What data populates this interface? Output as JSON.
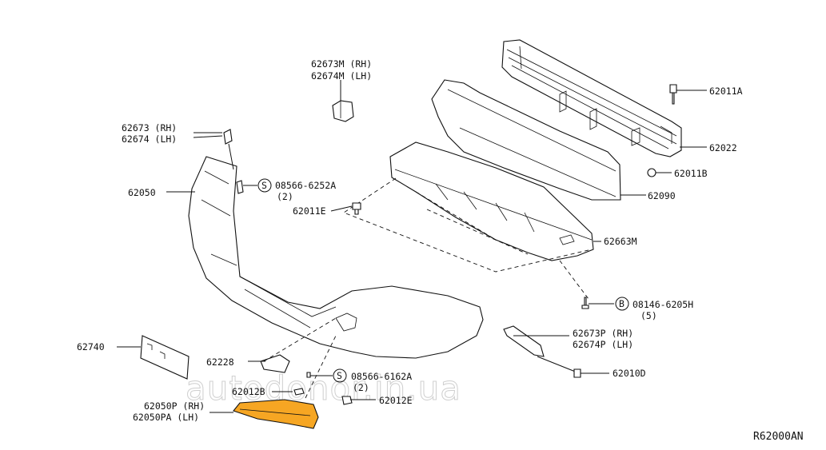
{
  "diagram": {
    "reference_code": "R62000AN",
    "watermark": "autodonor.in.ua",
    "callouts": {
      "p62673m_rh": "62673M (RH)",
      "p62674m_lh": "62674M (LH)",
      "p62011a": "62011A",
      "p62673_rh": "62673 (RH)",
      "p62674_lh": "62674 (LH)",
      "p62022": "62022",
      "p62011b": "62011B",
      "p62050": "62050",
      "s08566_6252a": "08566-6252A",
      "s08566_6252a_qty": "(2)",
      "p62090": "62090",
      "p62011e": "62011E",
      "p62663m": "62663M",
      "b08146_6205h": "08146-6205H",
      "b08146_6205h_qty": "(5)",
      "p62740": "62740",
      "p62673p_rh": "62673P (RH)",
      "p62674p_lh": "62674P (LH)",
      "p62228": "62228",
      "p62010d": "62010D",
      "s08566_6162a": "08566-6162A",
      "s08566_6162a_qty": "(2)",
      "p62012b": "62012B",
      "p62012e": "62012E",
      "p62050p_rh": "62050P (RH)",
      "p62050pa_lh": "62050PA (LH)"
    },
    "circle_symbols": {
      "screw_a": "S",
      "bolt": "B",
      "screw_b": "S"
    }
  }
}
